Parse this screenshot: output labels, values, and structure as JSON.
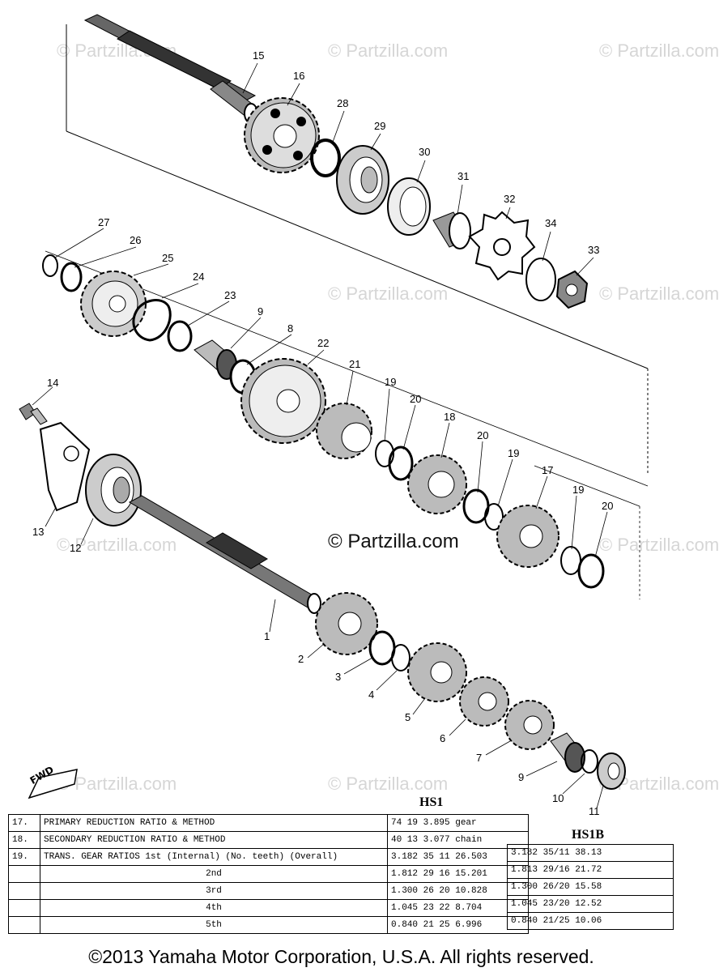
{
  "watermark": "© Partzilla.com",
  "callouts": [
    "15",
    "16",
    "28",
    "29",
    "30",
    "31",
    "32",
    "34",
    "33",
    "27",
    "26",
    "25",
    "24",
    "23",
    "9",
    "8",
    "22",
    "21",
    "19",
    "20",
    "18",
    "20",
    "19",
    "17",
    "19",
    "20",
    "14",
    "13",
    "12",
    "1",
    "2",
    "3",
    "4",
    "5",
    "6",
    "7",
    "9",
    "10",
    "11"
  ],
  "fwd_label": "FWD",
  "spec": {
    "model_a": "HS1",
    "model_b": "HS1B",
    "rows": [
      {
        "no": "17.",
        "label": "PRIMARY REDUCTION RATIO & METHOD",
        "a": "74 19  3.895  gear",
        "b": ""
      },
      {
        "no": "18.",
        "label": "SECONDARY REDUCTION RATIO & METHOD",
        "a": "40 13  3.077  chain",
        "b": ""
      },
      {
        "no": "19.",
        "label": "TRANS. GEAR RATIOS 1st (Internal) (No. teeth) (Overall)",
        "a": "3.182  35 11  26.503",
        "b": "3.182  35/11  38.13"
      },
      {
        "no": "",
        "label": "2nd",
        "a": "1.812  29 16  15.201",
        "b": "1.813  29/16  21.72"
      },
      {
        "no": "",
        "label": "3rd",
        "a": "1.300  26 20  10.828",
        "b": "1.300  26/20  15.58"
      },
      {
        "no": "",
        "label": "4th",
        "a": "1.045  23 22  8.704",
        "b": "1.045  23/20  12.52"
      },
      {
        "no": "",
        "label": "5th",
        "a": "0.840  21 25  6.996",
        "b": "0.840  21/25  10.06"
      }
    ]
  },
  "copyright": "©2013 Yamaha Motor Corporation, U.S.A. All rights reserved."
}
